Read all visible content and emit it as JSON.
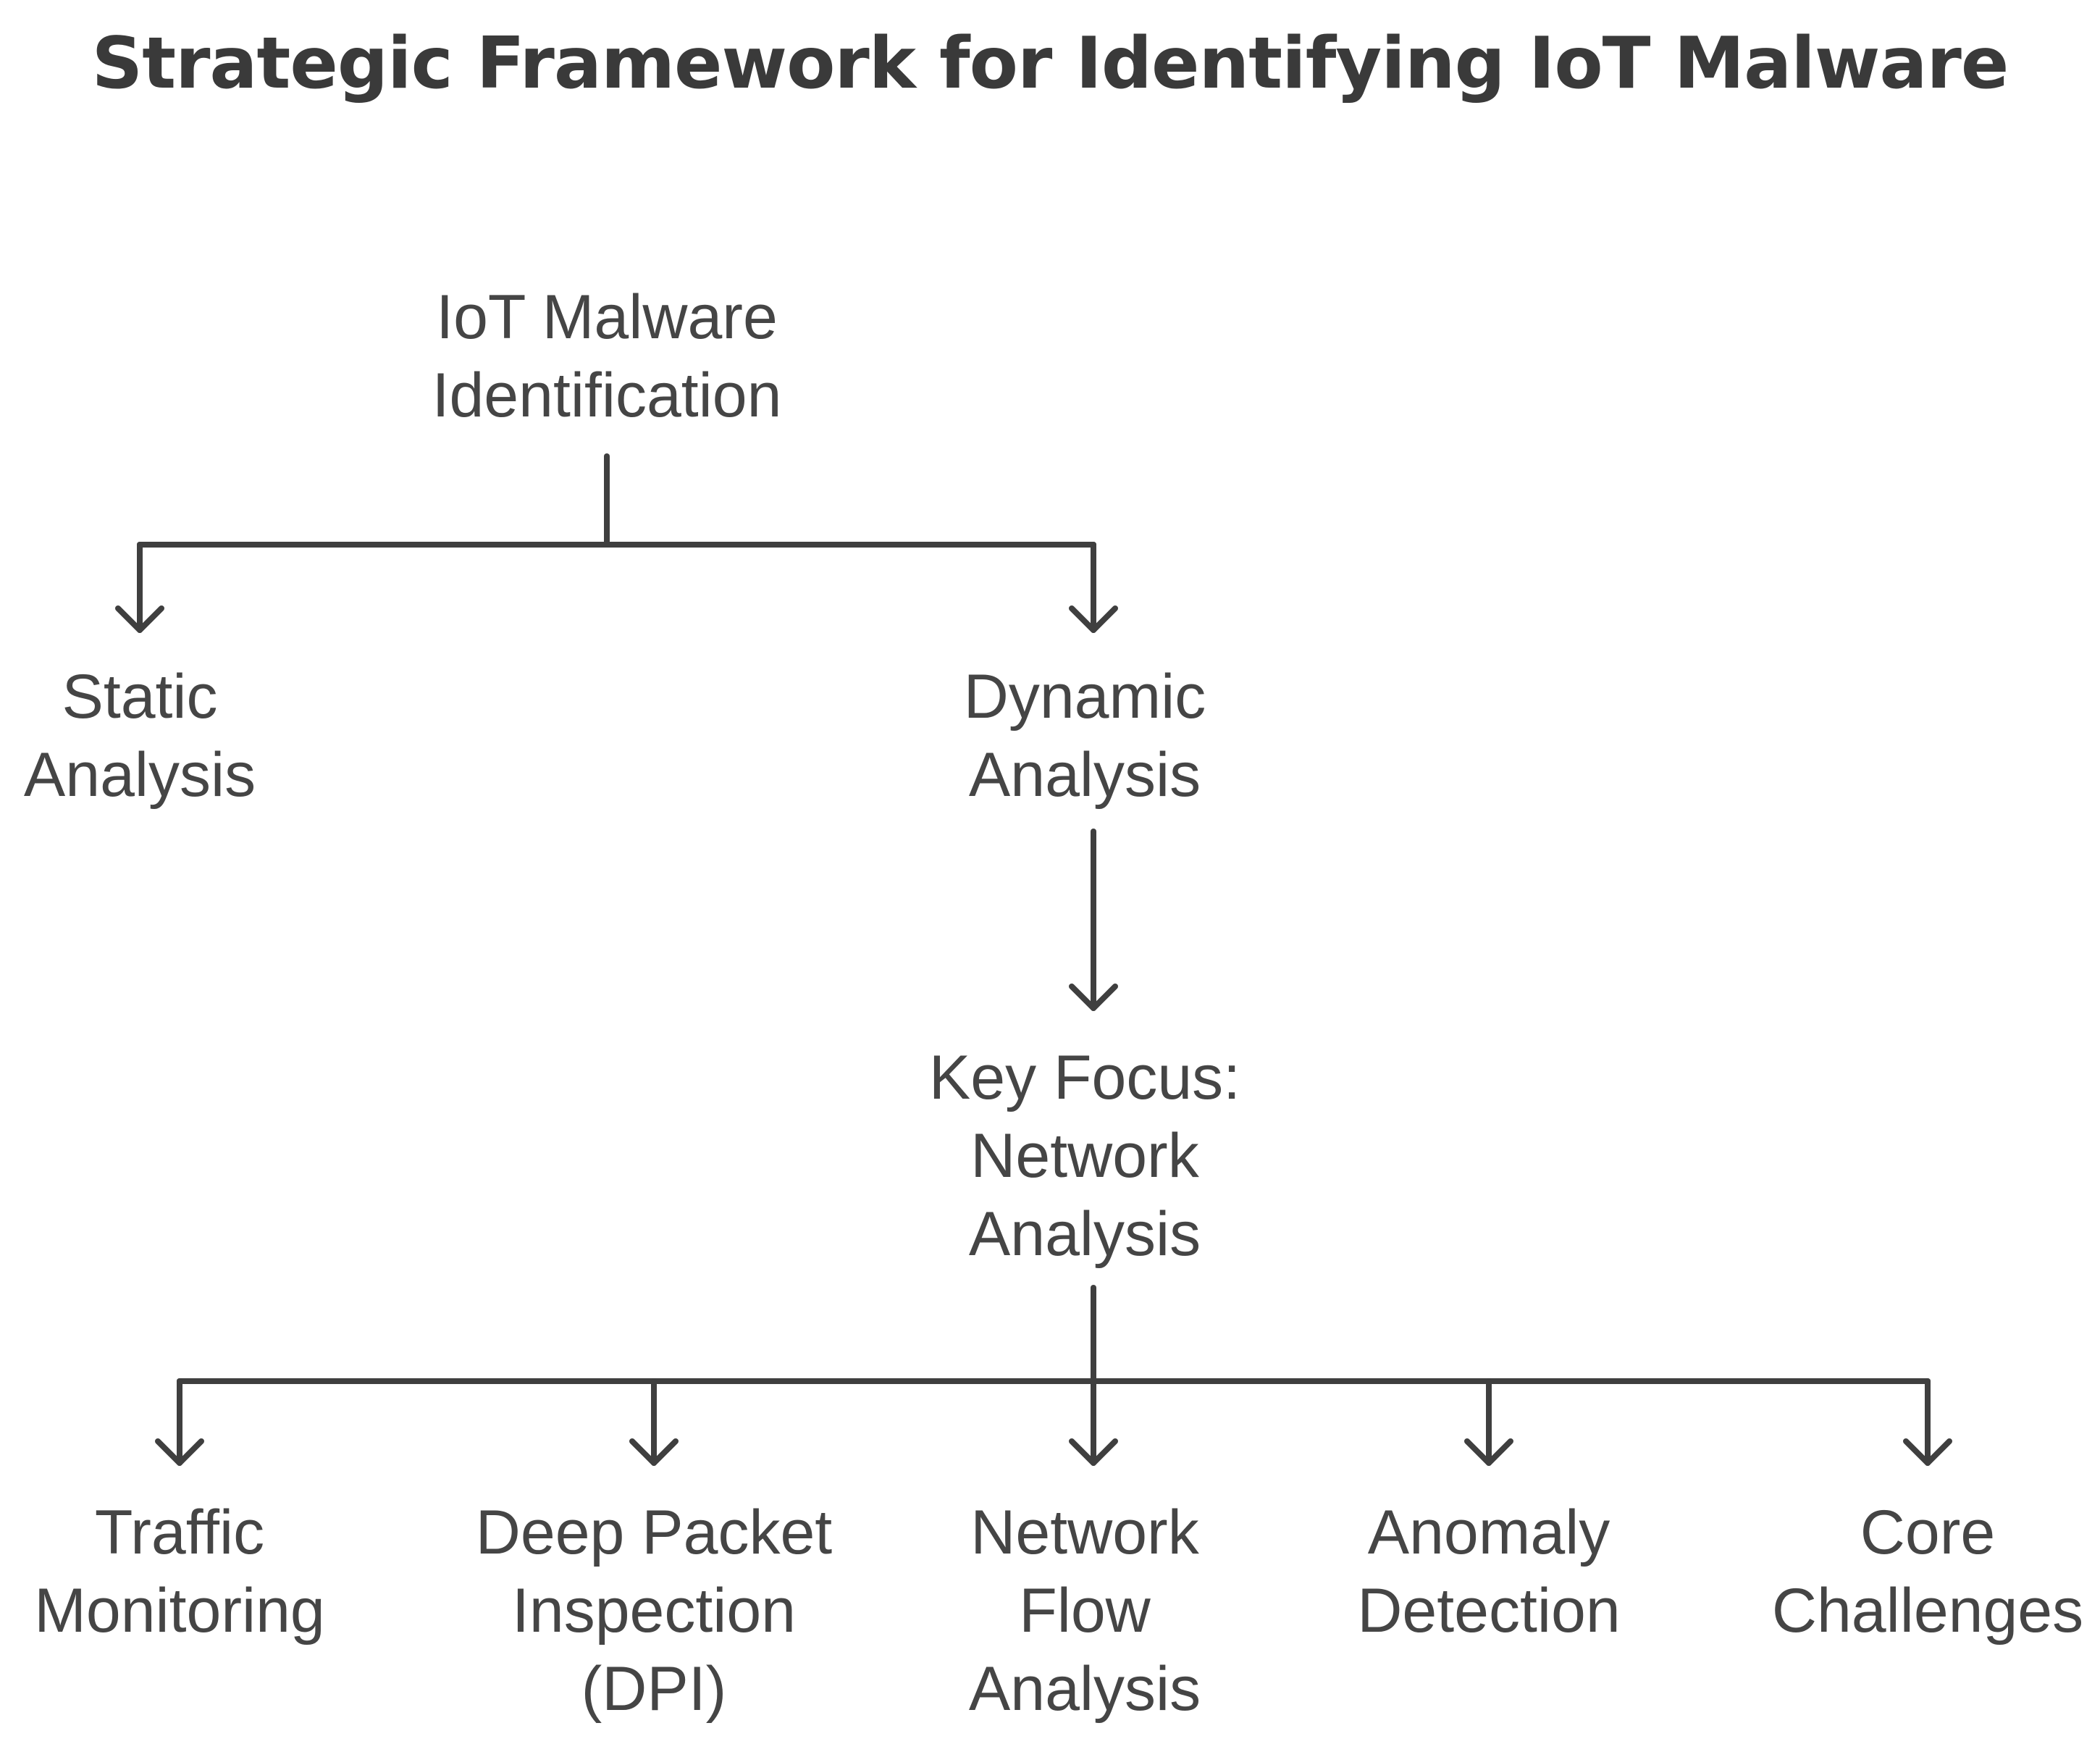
{
  "title": "Strategic Framework for Identifying IoT Malware",
  "nodes": {
    "root": "IoT Malware\nIdentification",
    "static_analysis": "Static\nAnalysis",
    "dynamic_analysis": "Dynamic\nAnalysis",
    "key_focus": "Key Focus:\nNetwork\nAnalysis",
    "leaves": [
      "Traffic\nMonitoring",
      "Deep Packet\nInspection\n(DPI)",
      "Network\nFlow\nAnalysis",
      "Anomaly\nDetection",
      "Core\nChallenges"
    ]
  },
  "colors": {
    "line": "#3f3f3f",
    "text": "#454545",
    "title": "#3a3a3a",
    "background": "#ffffff"
  }
}
